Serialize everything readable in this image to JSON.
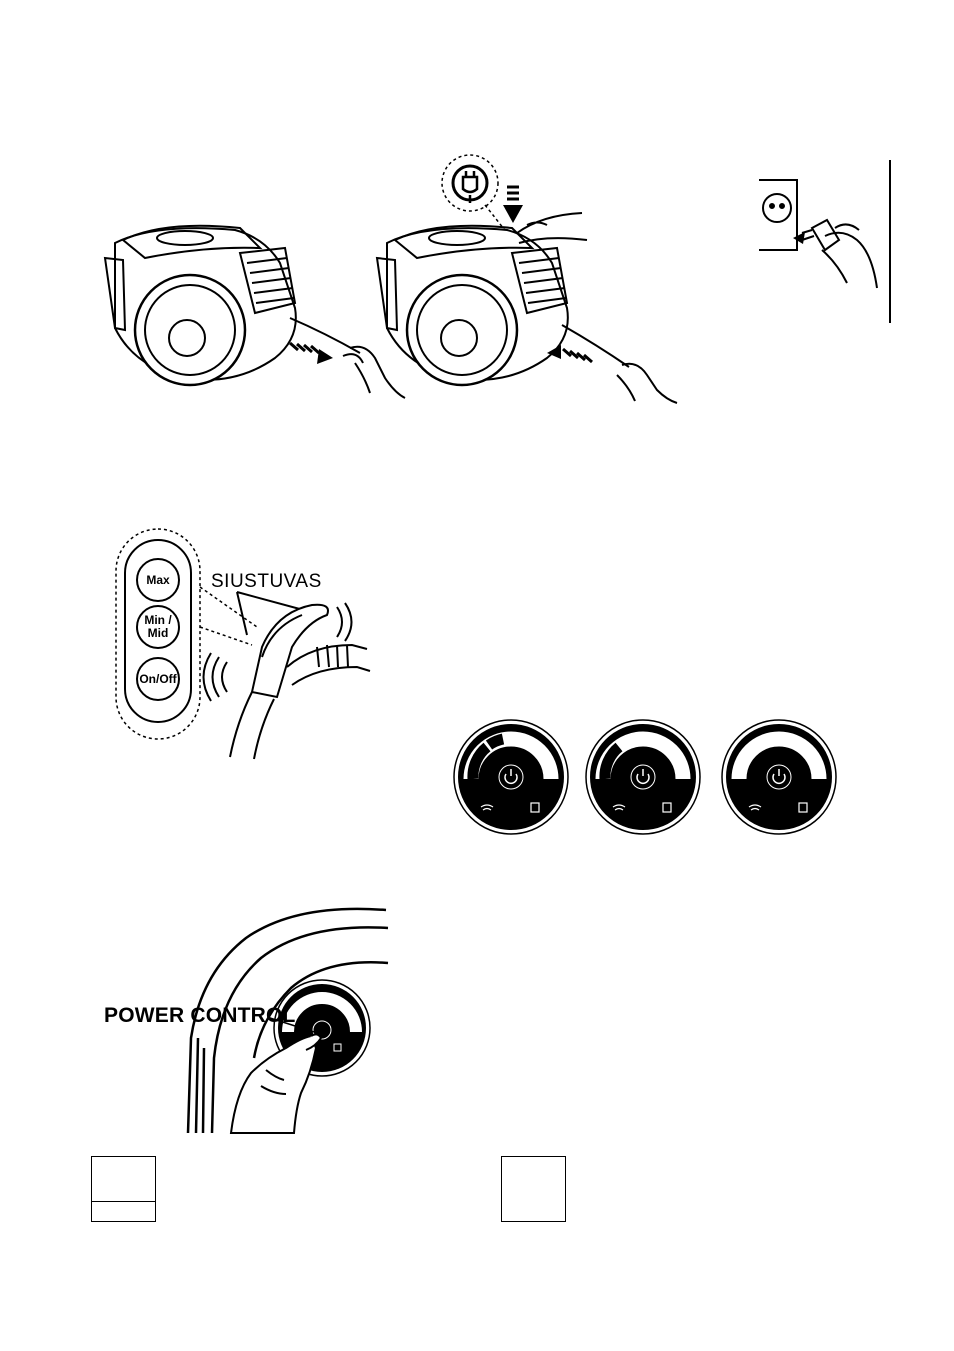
{
  "labels": {
    "transmitter": "SIUSTUVAS",
    "power_control": "POWER CONTROL"
  },
  "remote_buttons": [
    {
      "line1": "Max",
      "line2": ""
    },
    {
      "line1": "Min /",
      "line2": "Mid"
    },
    {
      "line1": "On/Off",
      "line2": ""
    }
  ],
  "icons": {
    "cord_rewind": "plug-rewind-icon",
    "wireless": "wifi-icon",
    "dust_bin": "dust-bin-icon",
    "power": "power-icon"
  },
  "colors": {
    "ink": "#000000",
    "paper": "#ffffff"
  }
}
